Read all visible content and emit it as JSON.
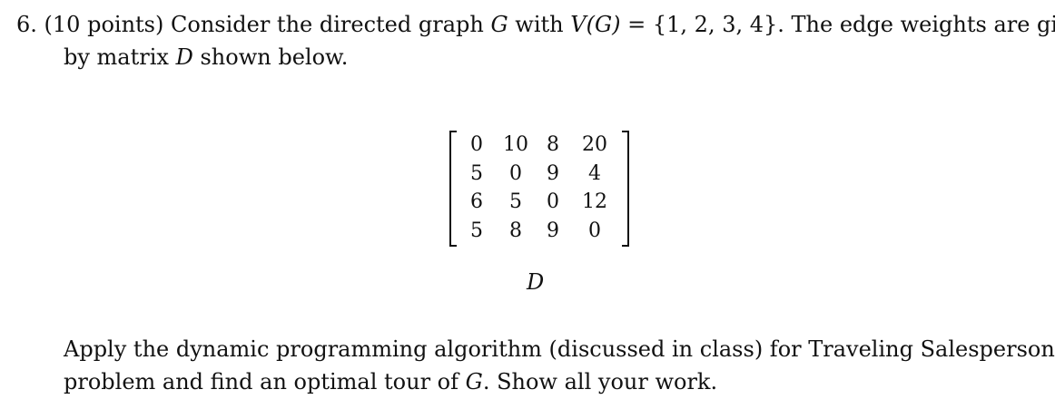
{
  "problem": {
    "line1": {
      "number": "6.",
      "points": "(10 points)",
      "text_a": "Consider the directed graph",
      "graph_var": "G",
      "text_b": "with",
      "vertex_set_expr": "V(G)",
      "equals": "=",
      "vertex_set": "{1, 2, 3, 4}.",
      "text_c": "The edge weights are given"
    },
    "line2": {
      "text_a": "by matrix",
      "matrix_var": "D",
      "text_b": "shown below."
    },
    "matrix": {
      "rows": [
        [
          "0",
          "10",
          "8",
          "20"
        ],
        [
          "5",
          "0",
          "9",
          "4"
        ],
        [
          "6",
          "5",
          "0",
          "12"
        ],
        [
          "5",
          "8",
          "9",
          "0"
        ]
      ],
      "label": "D"
    },
    "line3": "Apply the dynamic programming algorithm (discussed in class) for Traveling Salesperson",
    "line4": {
      "text_a": "problem and find an optimal tour of",
      "graph_var": "G",
      "text_b": ". Show all your work."
    }
  }
}
